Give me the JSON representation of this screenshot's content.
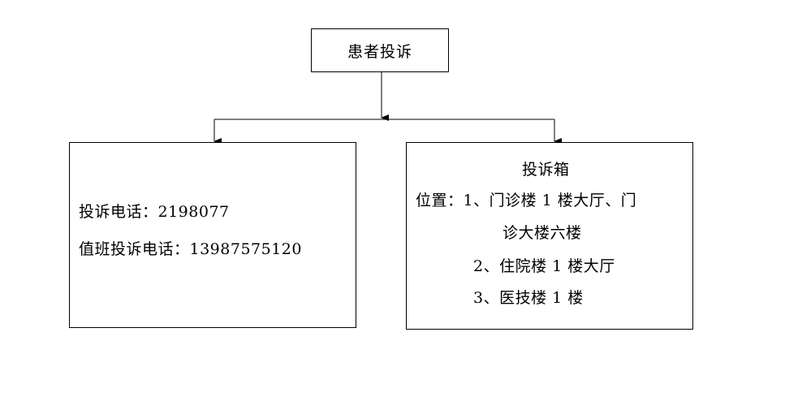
{
  "root": {
    "label": "患者投诉"
  },
  "left_box": {
    "line1": "投诉电话：2198077",
    "line2": "值班投诉电话：13987575120"
  },
  "right_box": {
    "title": "投诉箱",
    "line1": "位置：1、门诊楼 1 楼大厅、门",
    "line2": "诊大楼六楼",
    "line3": "2、住院楼 1 楼大厅",
    "line4": "3、医技楼 1 楼"
  },
  "colors": {
    "stroke": "#000000",
    "background": "#ffffff"
  }
}
